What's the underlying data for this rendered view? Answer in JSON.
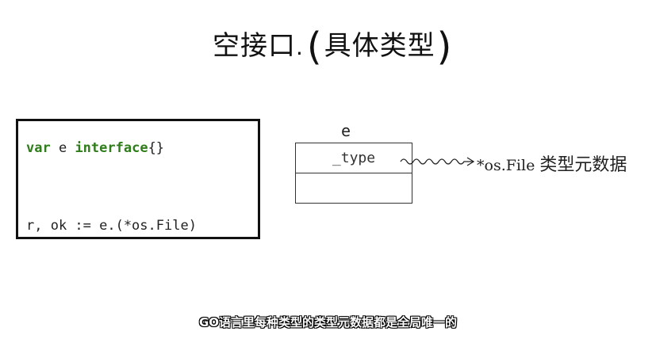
{
  "title": {
    "main": "空接口",
    "separator": ".",
    "paren_open": "(",
    "detail": "具体类型",
    "paren_close": ")"
  },
  "code": {
    "line1_kw1": "var",
    "line1_mid": " e ",
    "line1_kw2": "interface",
    "line1_end": "{}",
    "line2": "r, ok := e.(*os.File)"
  },
  "diagram": {
    "variable_name": "e",
    "field_type": "_type",
    "field_empty": "",
    "target_type": "*os.File",
    "target_desc": "类型元数据"
  },
  "subtitle": "GO语言里每种类型的类型元数据都是全局唯一的",
  "colors": {
    "keyword": "#2e7d1a",
    "text": "#222222"
  }
}
